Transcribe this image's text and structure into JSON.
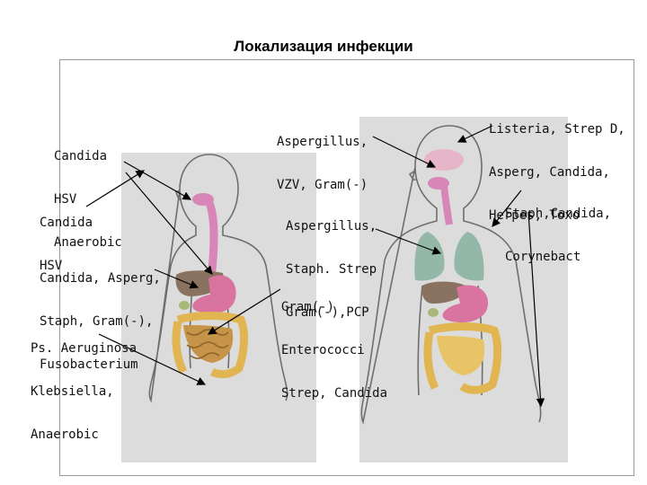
{
  "title": "Локализация инфекции",
  "labels": {
    "oral": [
      "Candida",
      "HSV",
      "Anaerobic"
    ],
    "esophagus": [
      "Candida",
      "HSV"
    ],
    "stomach": [
      "Candida, Asperg,",
      "Staph, Gram(-),",
      "Fusobacterium"
    ],
    "colon": [
      "Ps. Aeruginosa",
      "Klebsiella,",
      "Anaerobic"
    ],
    "sinus": [
      "Aspergillus,",
      "VZV, Gram(-)"
    ],
    "lungs": [
      "Aspergillus,",
      "Staph. Strep",
      "Gram(-),PCP"
    ],
    "bowel": [
      "Gram(-)",
      "Enterococci",
      "Strep, Candida"
    ],
    "cns": [
      "Listeria, Strep D,",
      "Asperg, Candida,",
      "Herpes, Toxo"
    ],
    "skin": [
      "Staph,Candida,",
      "Corynebact"
    ]
  },
  "colors": {
    "panel": "#dcdcdc",
    "body_outline": "#6e6e6e",
    "esophagus": "#d885b8",
    "liver": "#8a7260",
    "stomach": "#d9739f",
    "intestine": "#e0b552",
    "lungs": "#93b8a8"
  }
}
